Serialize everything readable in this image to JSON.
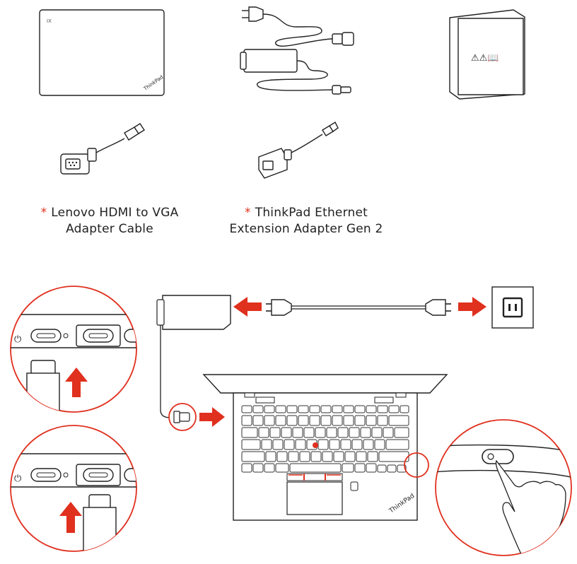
{
  "accessories": [
    {
      "star": "*",
      "line1": "Lenovo HDMI to VGA",
      "line2": "Adapter Cable"
    },
    {
      "star": "*",
      "line1": "ThinkPad Ethernet",
      "line2": "Extension Adapter Gen 2"
    }
  ],
  "device_labels": {
    "sleeve_tag": "IX",
    "brand": "ThinkPad",
    "safety_symbols": "⚠⚠📖"
  },
  "colors": {
    "accent_red": "#e0301e",
    "line": "#222222",
    "key_outline": "#333333"
  },
  "icons": [
    "laptop-sleeve-icon",
    "ac-power-cord-icon",
    "ac-adapter-icon",
    "documentation-icon",
    "hdmi-to-vga-adapter-icon",
    "ethernet-adapter-icon",
    "power-outlet-icon",
    "usb-c-connector-icon",
    "power-button-icon",
    "finger-press-icon",
    "arrow-up-icon",
    "arrow-right-icon",
    "arrow-left-icon"
  ]
}
